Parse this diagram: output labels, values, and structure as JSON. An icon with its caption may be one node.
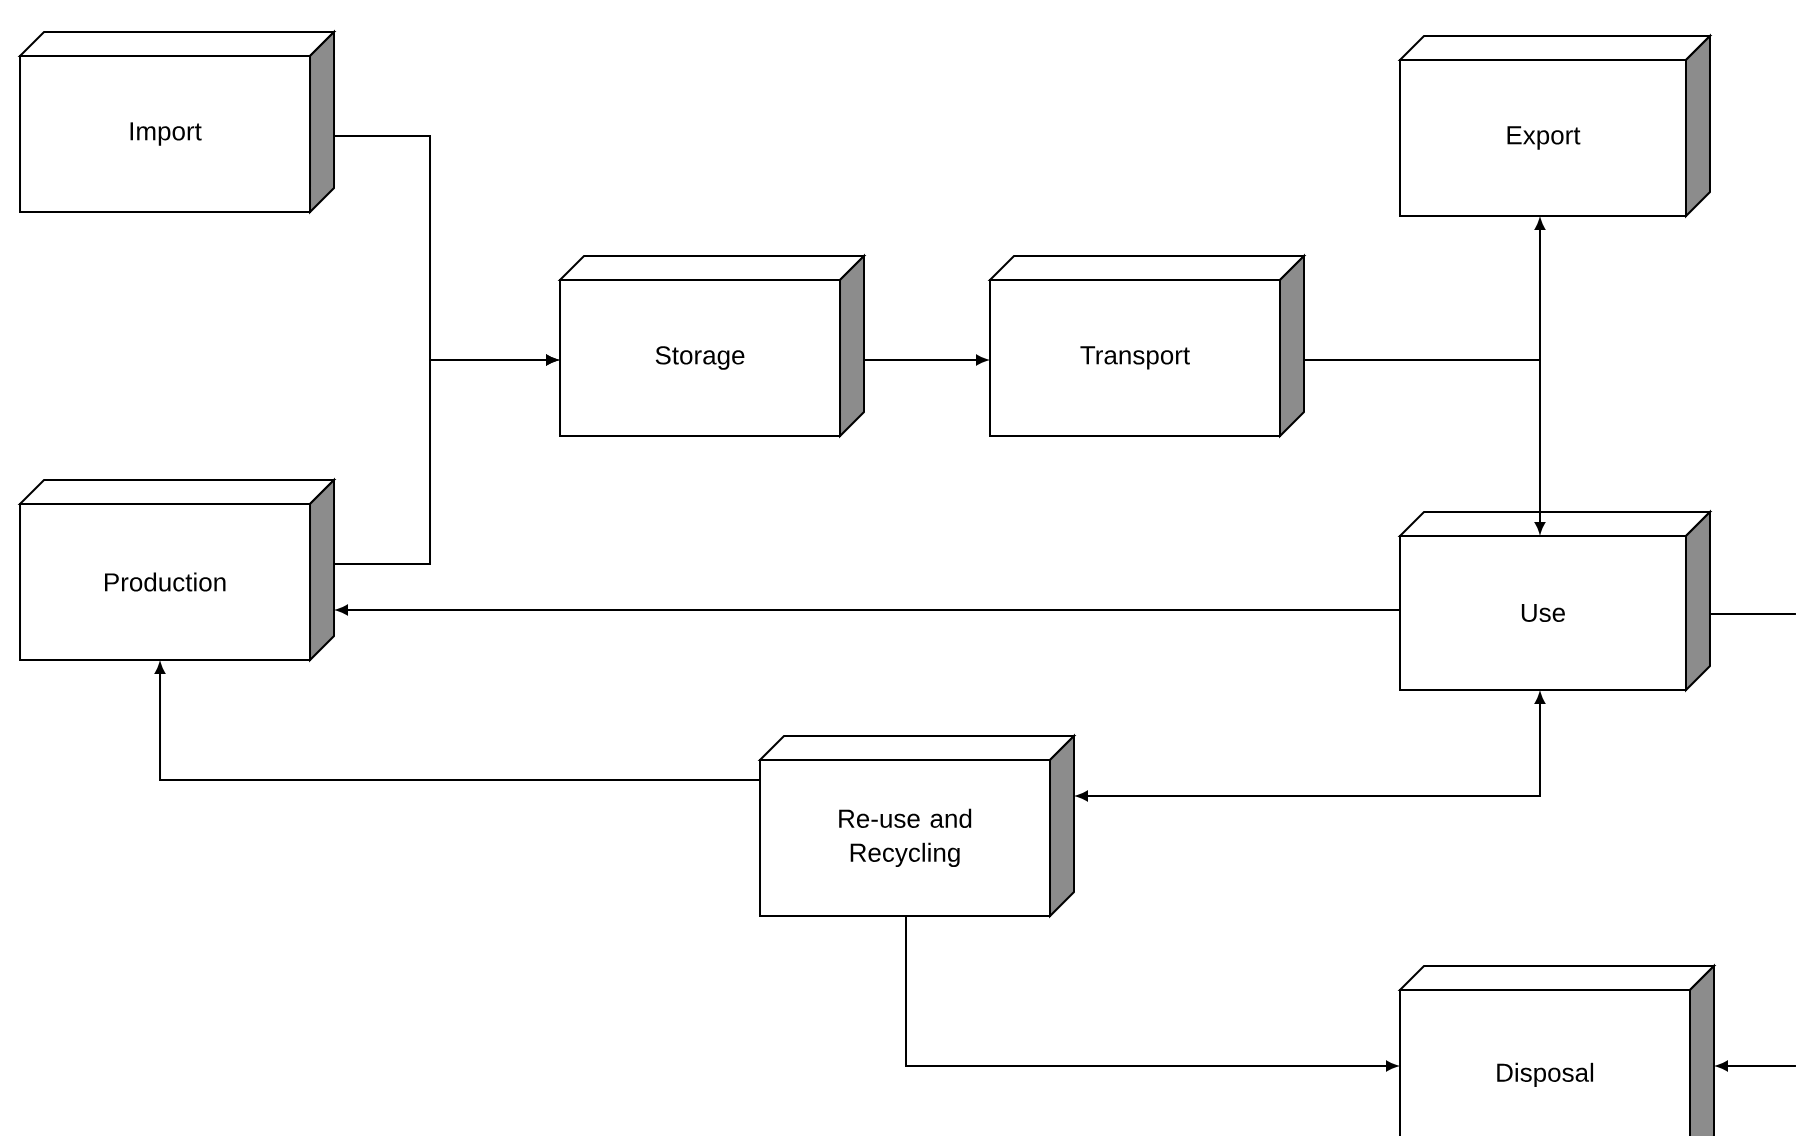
{
  "diagram": {
    "nodes": [
      {
        "text": [
          "Import"
        ]
      },
      {
        "text": [
          "Production"
        ]
      },
      {
        "text": [
          "Storage"
        ]
      },
      {
        "text": [
          "Transport"
        ]
      },
      {
        "text": [
          "Export"
        ]
      },
      {
        "text": [
          "Use"
        ]
      },
      {
        "text": [
          "Re-use and Recycling"
        ]
      },
      {
        "text": [
          "Disposal"
        ]
      }
    ],
    "edges": [
      {
        "from": 0,
        "to": 2,
        "arrow": "to"
      },
      {
        "from": 1,
        "to": 2,
        "arrow": "to"
      },
      {
        "from": 2,
        "to": 3,
        "arrow": "to"
      },
      {
        "from": 3,
        "to": 4,
        "arrow": "to"
      },
      {
        "from": 3,
        "to": 5,
        "arrow": "to"
      },
      {
        "from": 5,
        "to": 1,
        "arrow": "to"
      },
      {
        "from": 6,
        "to": 1,
        "arrow": "to"
      },
      {
        "from": 6,
        "to": 5,
        "arrow": "both"
      },
      {
        "from": 6,
        "to": 7,
        "arrow": "to"
      },
      {
        "from": 5,
        "to": null,
        "arrow": "none"
      },
      {
        "from": null,
        "to": 7,
        "arrow": "to"
      }
    ]
  }
}
